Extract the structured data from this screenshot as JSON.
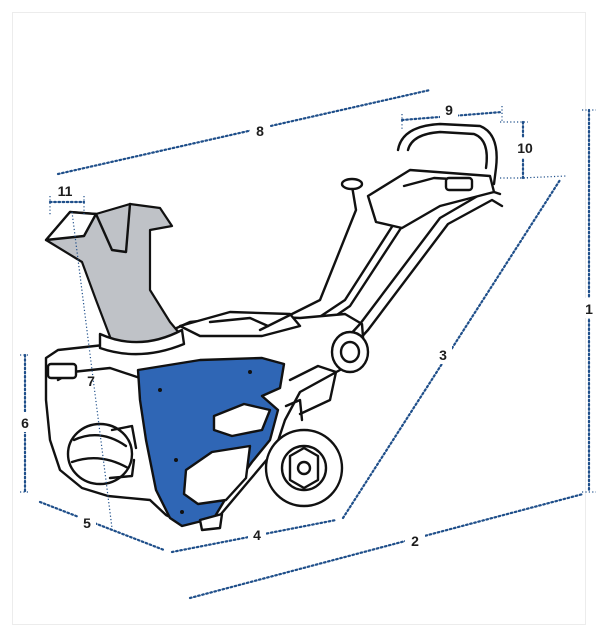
{
  "colors": {
    "accent_panel": "#2f66b5",
    "dimension_lines": "#1f4f8a",
    "outline": "#111111",
    "chute": "#bfc2c7"
  },
  "labels": {
    "1": "1",
    "2": "2",
    "3": "3",
    "4": "4",
    "5": "5",
    "6": "6",
    "7": "7",
    "8": "8",
    "9": "9",
    "10": "10",
    "11": "11"
  }
}
